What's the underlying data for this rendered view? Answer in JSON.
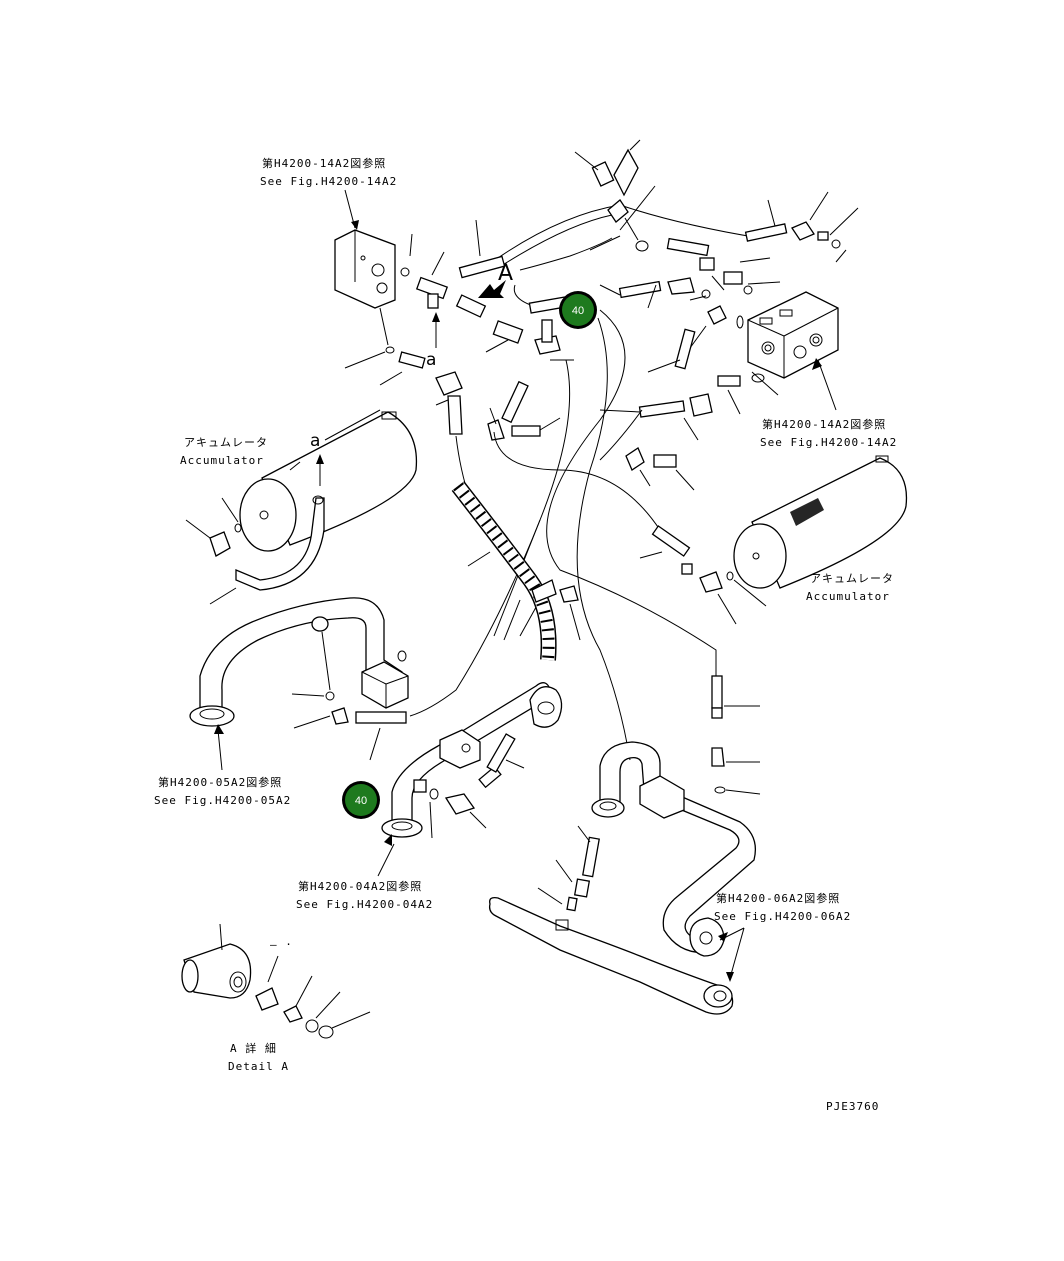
{
  "references": {
    "top_left": {
      "jp": "第H4200-14A2図参照",
      "en": "See Fig.H4200-14A2"
    },
    "right_block": {
      "jp": "第H4200-14A2図参照",
      "en": "See Fig.H4200-14A2"
    },
    "left_pipe": {
      "jp": "第H4200-05A2図参照",
      "en": "See Fig.H4200-05A2"
    },
    "center_pipe": {
      "jp": "第H4200-04A2図参照",
      "en": "See Fig.H4200-04A2"
    },
    "right_pipe": {
      "jp": "第H4200-06A2図参照",
      "en": "See Fig.H4200-06A2"
    }
  },
  "accumulators": {
    "left": {
      "jp": "アキュムレータ",
      "en": "Accumulator"
    },
    "right": {
      "jp": "アキュムレータ",
      "en": "Accumulator"
    }
  },
  "markers": {
    "A": "A",
    "a": "a"
  },
  "detail": {
    "jp": "A 詳 細",
    "en": "Detail A",
    "dash": "— ·"
  },
  "drawing_code": "PJE3760",
  "badges": [
    {
      "label": "40",
      "color": "#1e7a1e"
    },
    {
      "label": "40",
      "color": "#1e7a1e"
    }
  ]
}
